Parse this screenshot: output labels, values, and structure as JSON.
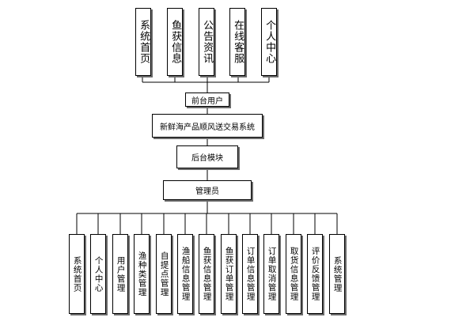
{
  "diagram": {
    "top_items": [
      "系统首页",
      "鱼获信息",
      "公告资讯",
      "在线客服",
      "个人中心"
    ],
    "frontend_user": "前台用户",
    "system_name": "新鲜海产品顺风送交易系统",
    "backend_module": "后台模块",
    "admin": "管理员",
    "bottom_items": [
      "系统首页",
      "个人中心",
      "用户管理",
      "渔种类管理",
      "自提点管理",
      "渔船信息管理",
      "鱼获信息管理",
      "鱼获订单管理",
      "订单信息管理",
      "订单取消管理",
      "取货信息管理",
      "评价反馈管理",
      "系统管理"
    ]
  }
}
